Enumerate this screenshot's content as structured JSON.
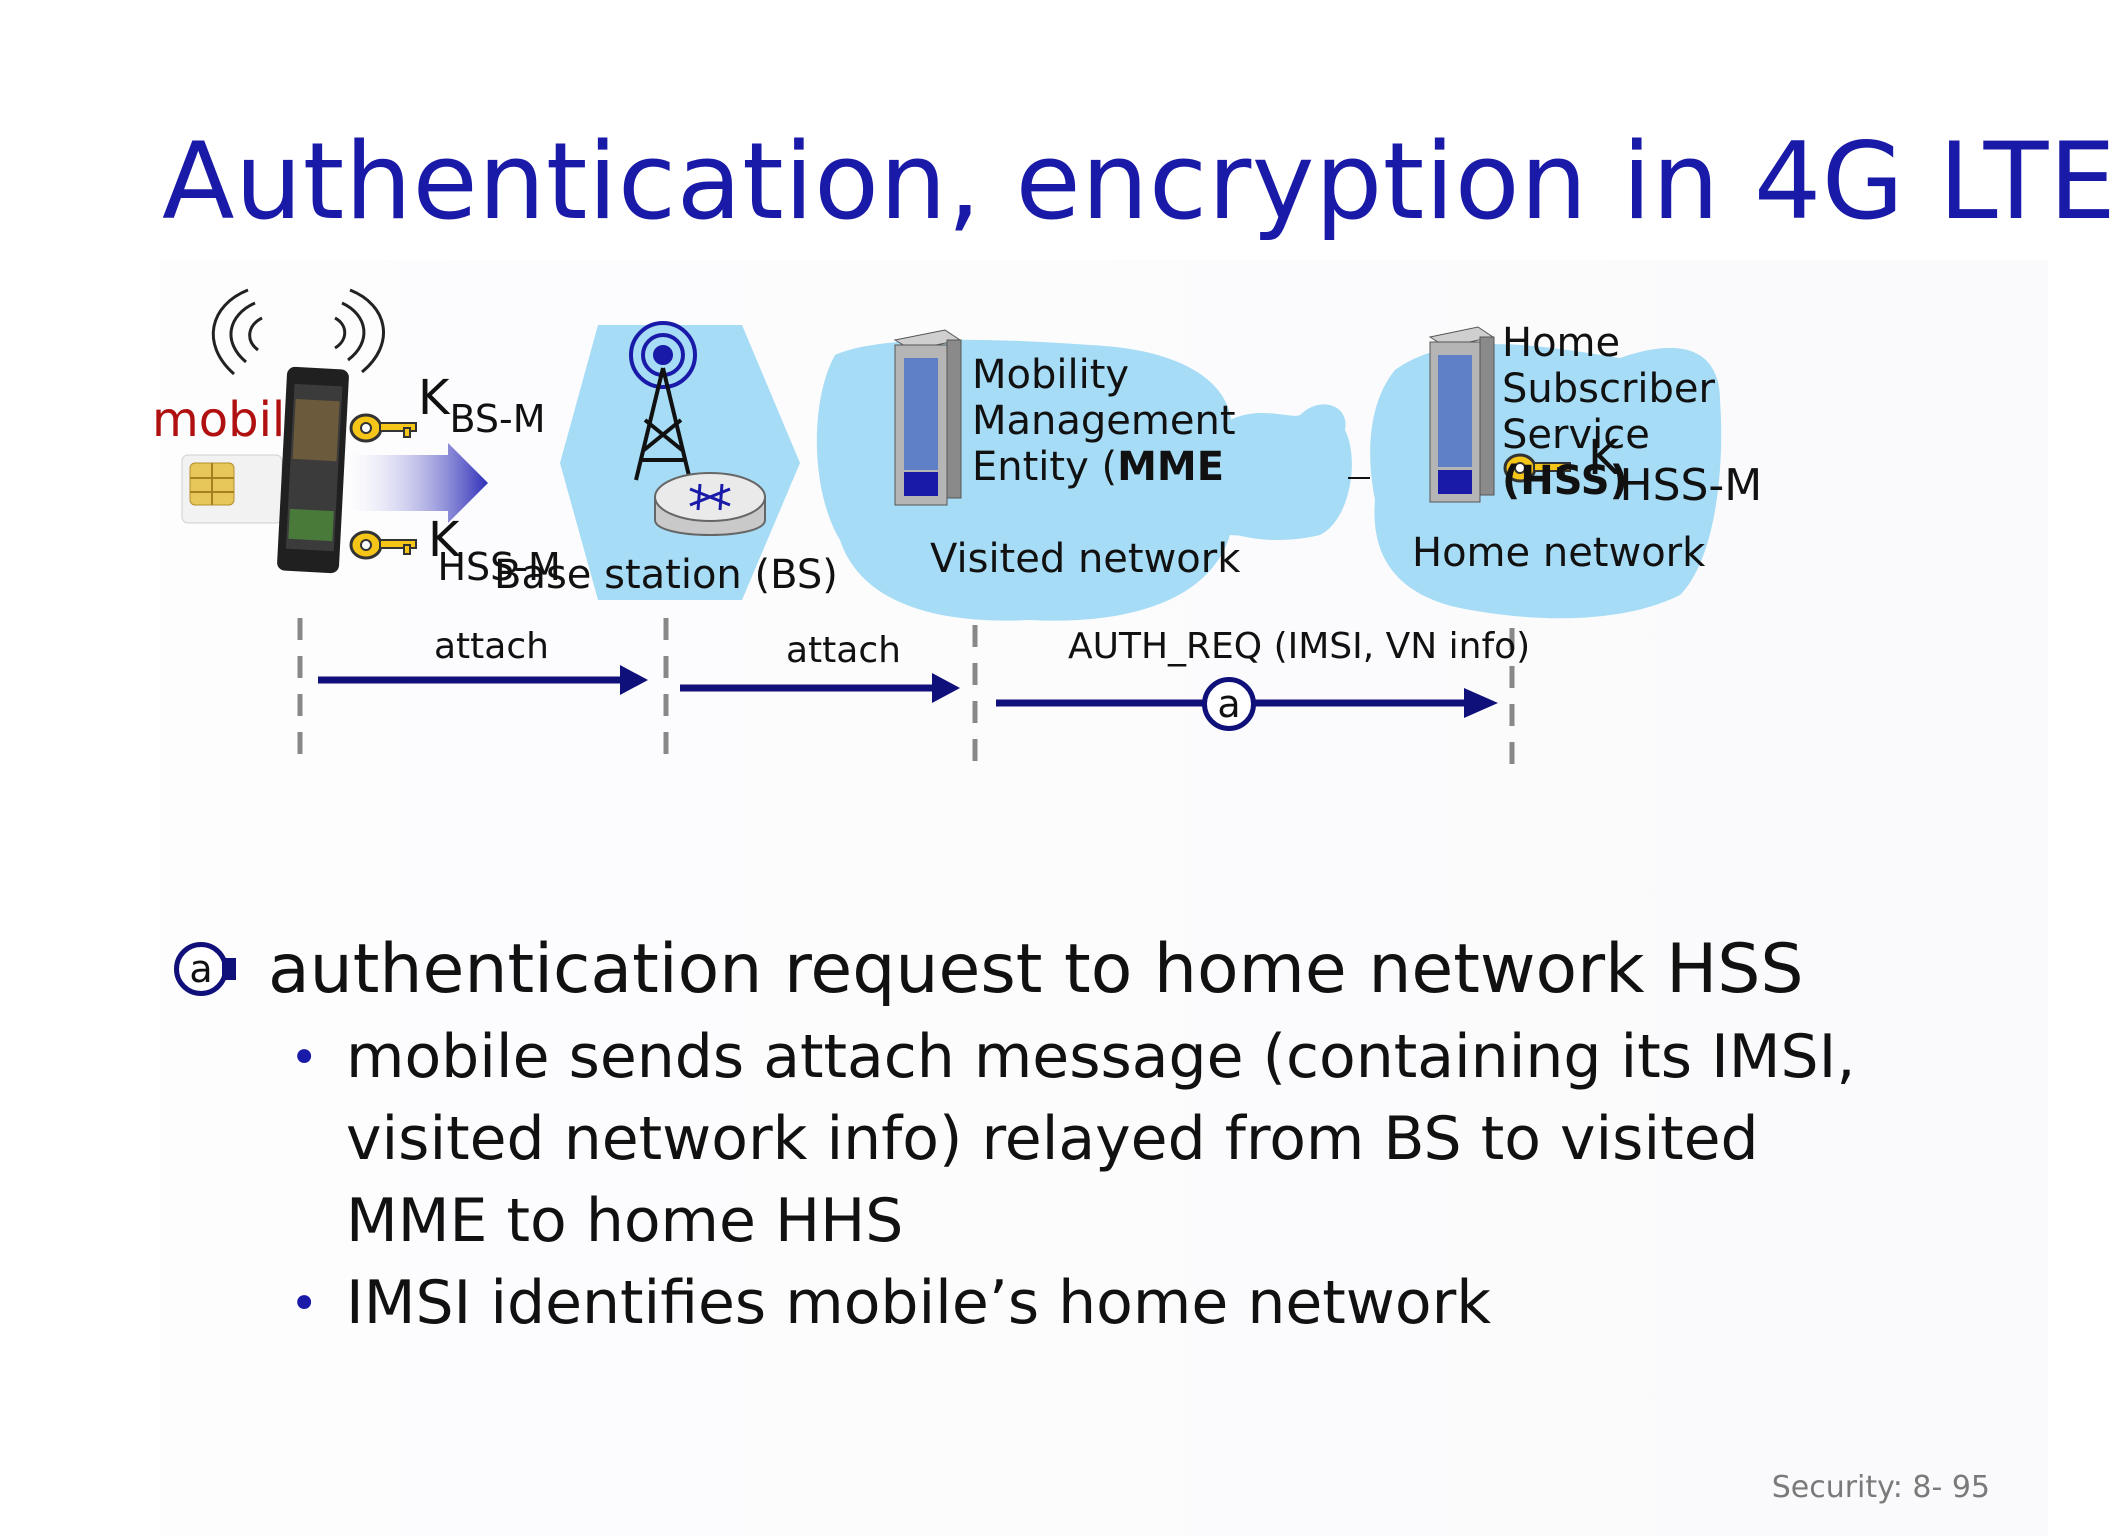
{
  "title": "Authentication, encryption in 4G LTE",
  "diagram": {
    "mobile_label": "mobil",
    "k_bs_m": {
      "main": "K",
      "sub": "BS-M"
    },
    "k_hss_m_left": {
      "main": "K",
      "sub": "HSS-M"
    },
    "bs_label": "Base station (BS)",
    "mme_label_1": "Mobility",
    "mme_label_2": "Management",
    "mme_label_3_prefix": "Entity (",
    "mme_label_3_bold": "MME",
    "visited_network": "Visited network",
    "hss_label_1": "Home",
    "hss_label_2": "Subscriber",
    "hss_label_3": "Service",
    "hss_label_4": "(HSS)",
    "k_hss_m_right": {
      "main": "K",
      "sub": "HSS-M"
    },
    "home_network": "Home network",
    "msg1": "attach",
    "msg2": "attach",
    "msg3": "AUTH_REQ (IMSI, VN info)",
    "marker": "a"
  },
  "bullets": {
    "marker": "a",
    "main": "authentication request to home network HSS",
    "sub1_line1": "mobile sends attach message (containing its IMSI,",
    "sub1_line2": "visited network info) relayed from BS to visited",
    "sub1_line3": "MME to home HHS",
    "sub2": "IMSI identifies mobile’s home network",
    "dot": "•"
  },
  "footer": "Security: 8- 95",
  "colors": {
    "title": "#1a1aa8",
    "cloud": "#a6dcf5",
    "arrow": "#10107a",
    "mobile_label": "#b01010"
  }
}
